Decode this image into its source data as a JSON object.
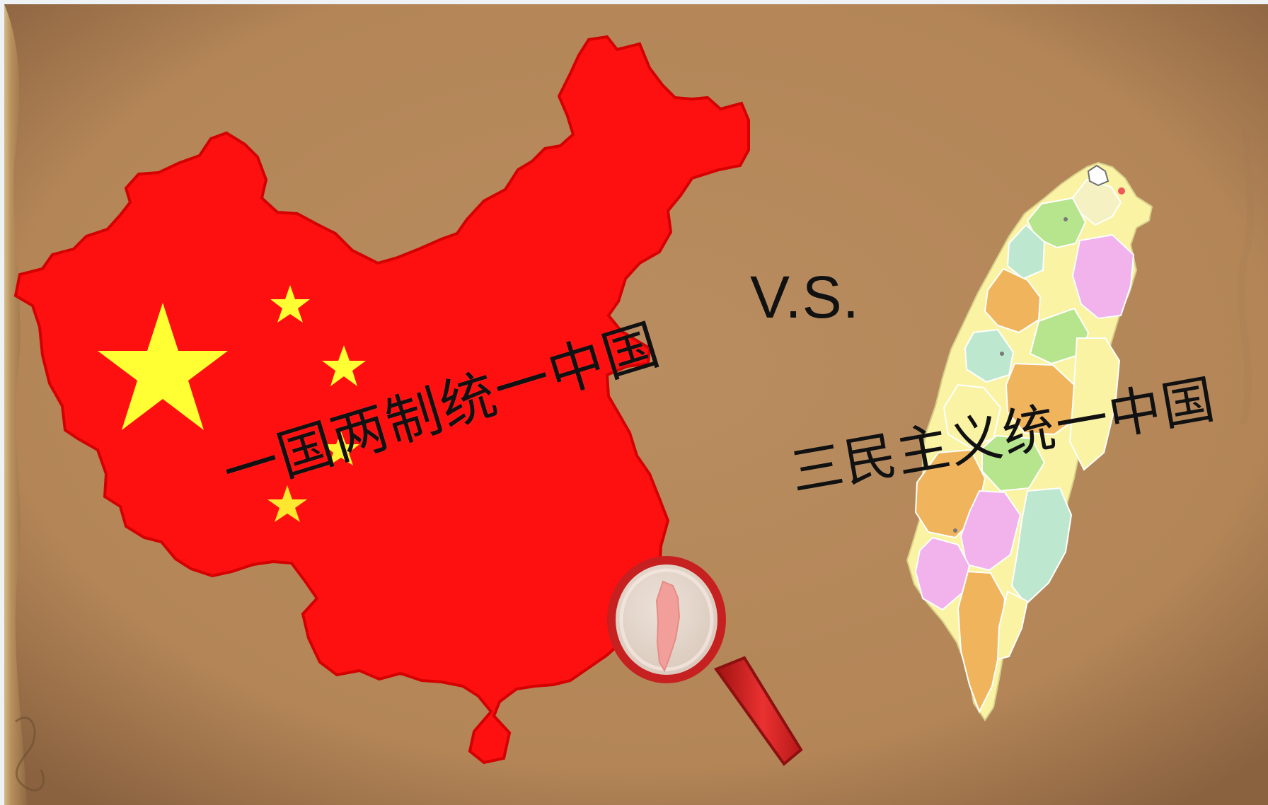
{
  "labels": {
    "vs": "V.S.",
    "left_caption": "一国两制统一中国",
    "right_caption": "三民主义统一中国"
  },
  "colors": {
    "background": "#b58a5f",
    "mainland": "#ff1010",
    "flag_star": "#ffff33",
    "text": "#111111",
    "magnifier_handle": "#c81f1f",
    "magnifier_lens": "#e5d6cc",
    "taiwan_zoom": "#f29e9a",
    "taiwan_yellow": "#faf3a4",
    "taiwan_orange": "#f0b45c",
    "taiwan_green": "#b6e58d",
    "taiwan_pink": "#f2b2ec",
    "taiwan_mint": "#bde8cf"
  },
  "icons": {
    "large_star": "flag-star-large-icon",
    "small_star": "flag-star-small-icon",
    "magnifier": "magnifying-glass-icon"
  }
}
